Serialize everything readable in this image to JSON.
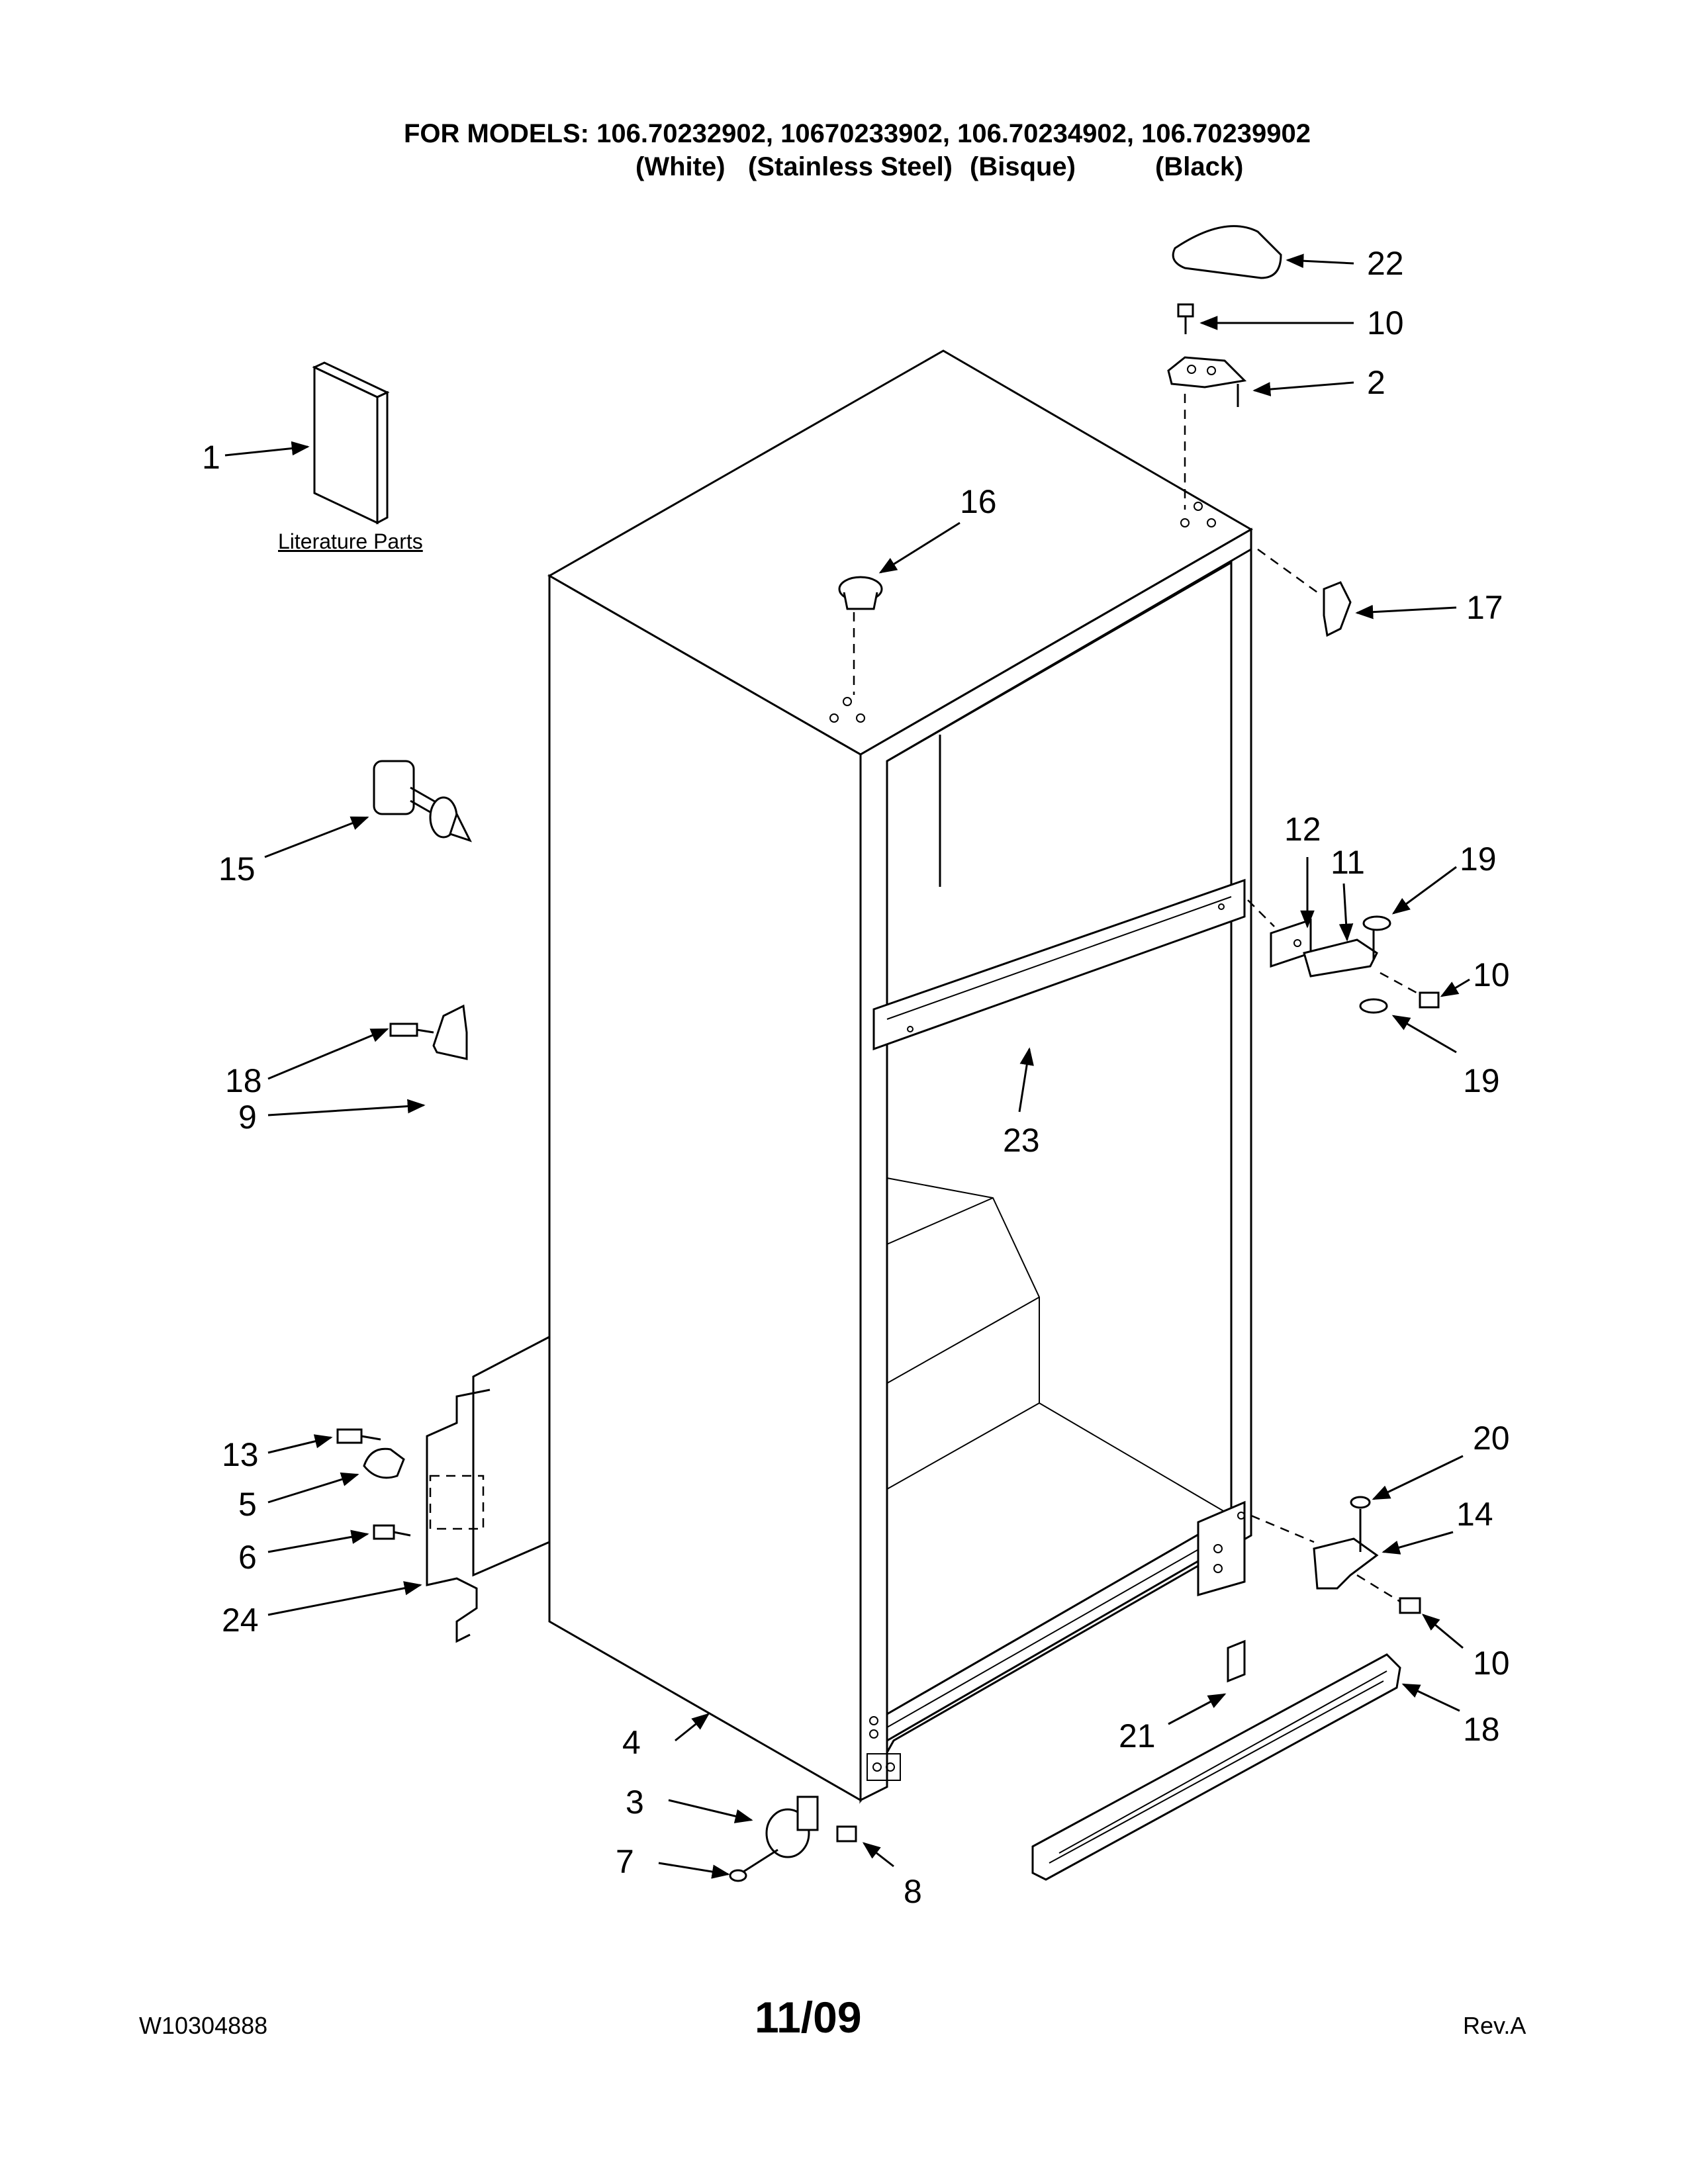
{
  "header": {
    "models_line": "FOR MODELS: 106.70232902, 10670233902, 106.70234902, 106.70239902",
    "variants": [
      "(White)",
      "(Stainless Steel)",
      "(Bisque)",
      "(Black)"
    ]
  },
  "literature_label": "Literature Parts",
  "callouts": {
    "c1": "1",
    "c2": "2",
    "c3": "3",
    "c4": "4",
    "c5": "5",
    "c6": "6",
    "c7": "7",
    "c8": "8",
    "c9": "9",
    "c10a": "10",
    "c10b": "10",
    "c10c": "10",
    "c11": "11",
    "c12": "12",
    "c13": "13",
    "c14": "14",
    "c15": "15",
    "c16": "16",
    "c17": "17",
    "c18a": "18",
    "c18b": "18",
    "c19a": "19",
    "c19b": "19",
    "c20": "20",
    "c21": "21",
    "c22": "22",
    "c23": "23",
    "c24": "24"
  },
  "footer": {
    "doc_number": "W10304888",
    "date": "11/09",
    "revision": "Rev.A"
  }
}
